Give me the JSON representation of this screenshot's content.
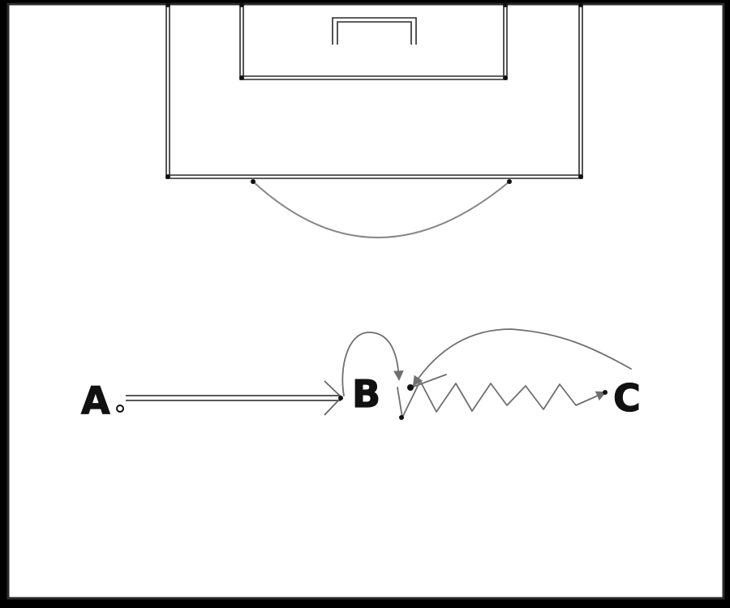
{
  "diagram": {
    "colors": {
      "background": "#000000",
      "pitch": "#ffffff",
      "lines": "#2a2a2a",
      "movement": "#6f6f6f",
      "labels": "#111111"
    },
    "players": [
      {
        "id": "a",
        "label": "A"
      },
      {
        "id": "b",
        "label": "B"
      },
      {
        "id": "c",
        "label": "C"
      }
    ],
    "movements": [
      {
        "id": "a-to-b-pass",
        "from": "A",
        "to": "B",
        "style": "straight"
      },
      {
        "id": "b-loop-run",
        "from": "B",
        "to": "B",
        "style": "curved"
      },
      {
        "id": "c-long-pass",
        "from": "C",
        "to": "B",
        "style": "curved"
      },
      {
        "id": "b-to-c-dribble",
        "from": "B",
        "to": "C",
        "style": "zigzag"
      }
    ]
  }
}
